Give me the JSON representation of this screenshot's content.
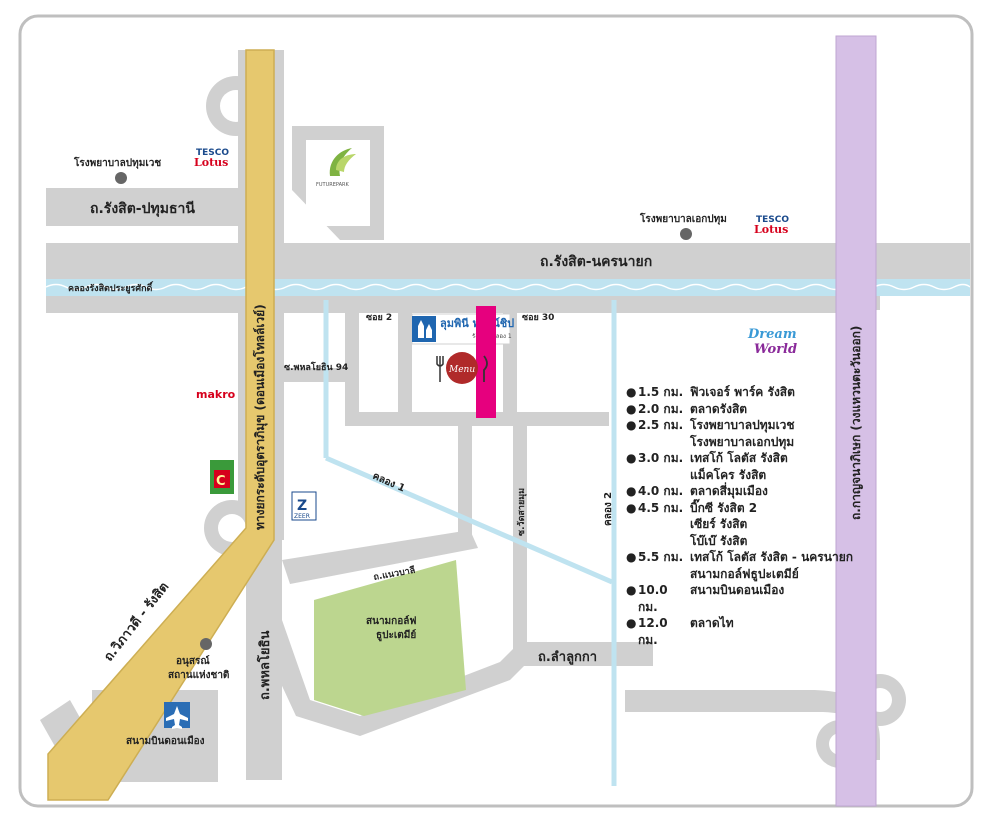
{
  "colors": {
    "road": "#d0d0d0",
    "highway_yellow": "#e6c86e",
    "highway_purple": "#d6c0e6",
    "canal": "#bfe3f0",
    "golf": "#bcd68f",
    "condo_marker": "#e6007e",
    "tesco_red": "#d6001c",
    "tesco_blue": "#1a4a8c"
  },
  "labels": {
    "rangsit_pathumthani": "ถ.รังสิต-ปทุมธานี",
    "rangsit_nakhonnayok": "ถ.รังสิต-นครนายก",
    "canal_rangsit": "คลองรังสิตประยูรศักดิ์",
    "soi2": "ซอย 2",
    "soi30": "ซอย 30",
    "phahon94": "ซ.พหลโยธิน 94",
    "khlong1": "คลอง 1",
    "khlong2": "คลอง 2",
    "soi_wat": "ซ.วัดสายมุม",
    "soi_naeowasri": "ถ.แนวบาลี",
    "lamlukka": "ถ.ลำลูกกา",
    "phahonyothin": "ถ.พหลโยธิน",
    "vibhavadi": "ถ.วิภาวดี - รังสิต",
    "donmuang_tollway": "ทางยกระดับอุตราภิมุข (ดอนเมืองโทลล์เวย์)",
    "kanchanaphisek": "ถ.กาญจนาภิเษก (วงแหวนตะวันออก)",
    "hospital_pathumvech": "โรงพยาบาลปทุมเวช",
    "hospital_ekpathum": "โรงพยาบาลเอกปทุม",
    "monument_line1": "อนุสรณ์",
    "monument_line2": "สถานแห่งชาติ",
    "golf_line1": "สนามกอล์ฟ",
    "golf_line2": "ธูปะเตมีย์",
    "airport": "สนามบินดอนเมือง",
    "makro": "makro",
    "tesco_top": "TESCO",
    "tesco_bottom": "Lotus",
    "futurepark": "FUTUREPARK",
    "dream": "Dream",
    "world": "World",
    "zeer": "ZEER",
    "bigc": "C",
    "lumpini_title": "ลุมพินี ทาวน์ชิป",
    "lumpini_sub": "รังสิต - คลอง 1",
    "menu": "Menu"
  },
  "distances": [
    {
      "km": "1.5 กม.",
      "names": [
        "ฟิวเจอร์ พาร์ค รังสิต"
      ]
    },
    {
      "km": "2.0 กม.",
      "names": [
        "ตลาดรังสิต"
      ]
    },
    {
      "km": "2.5 กม.",
      "names": [
        "โรงพยาบาลปทุมเวช",
        "โรงพยาบาลเอกปทุม"
      ]
    },
    {
      "km": "3.0 กม.",
      "names": [
        "เทสโก้ โลตัส รังสิต",
        "แม็คโคร รังสิต"
      ]
    },
    {
      "km": "4.0 กม.",
      "names": [
        "ตลาดสี่มุมเมือง"
      ]
    },
    {
      "km": "4.5 กม.",
      "names": [
        "บิ๊กซี รังสิต 2",
        "เซียร์ รังสิต",
        "โบ๊เบ๊ รังสิต"
      ]
    },
    {
      "km": "5.5 กม.",
      "names": [
        "เทสโก้ โลตัส รังสิต - นครนายก",
        "สนามกอล์ฟธูปะเตมีย์"
      ]
    },
    {
      "km": "10.0 กม.",
      "names": [
        "สนามบินดอนเมือง"
      ]
    },
    {
      "km": "12.0 กม.",
      "names": [
        "ตลาดไท"
      ]
    }
  ]
}
